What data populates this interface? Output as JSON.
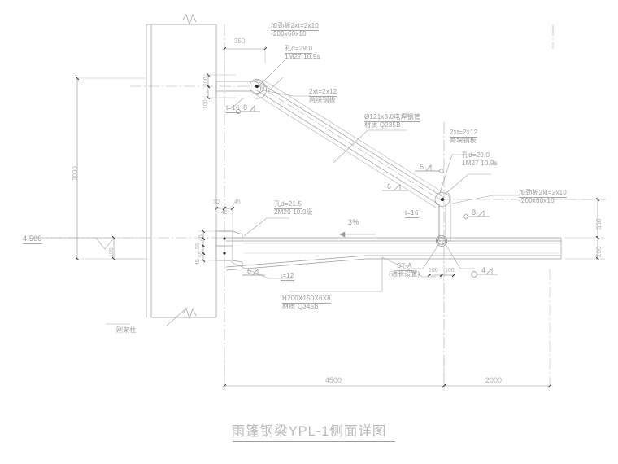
{
  "drawing": {
    "title": "雨篷钢梁YPL-1侧面详图",
    "type": "structural-steel-detail",
    "elevation_marker": "4.500",
    "column_label": "刚架柱"
  },
  "annotations": {
    "stiffener_top_line1": "加劲板2xt=2x10",
    "stiffener_top_line2": "-200x60x10",
    "hole_top_line1": "孔d=29.0",
    "hole_top_line2": "1M27 10.9s",
    "gusset_top_line1": "2xt=2x12",
    "gusset_top_line2": "两块钢板",
    "tube_line1": "Ø121x3.0电焊钢管",
    "tube_line2": "材质 Q235B",
    "gusset_bot_line1": "2xt=2x12",
    "gusset_bot_line2": "两块钢板",
    "hole_bot_line1": "孔d=29.0",
    "hole_bot_line2": "1M27 10.9s",
    "stiffener_bot_line1": "加劲板2xt=2x10",
    "stiffener_bot_line2": "-200x60x10",
    "endplate_hole_line1": "孔d=21.5",
    "endplate_hole_line2": "2M20 10.9级",
    "slope": "3%",
    "beam_line1": "H200X150X6X8",
    "beam_line2": "材质 Q345B",
    "purlin_line1": "ST-A",
    "purlin_line2": "(通长设置)",
    "t16_top": "t=16",
    "t16_bot": "t=16",
    "t12": "t=12"
  },
  "weld_symbols": {
    "top_column": "8",
    "brace_upper": "6",
    "brace_lower": "6",
    "gusset_bot": "6",
    "post_right": "8",
    "beam_bottom": "6",
    "purlin": "4"
  },
  "dimensions": {
    "height_total": "3000",
    "offset_350": "350",
    "top_plate_a": "100",
    "top_plate_b": "100",
    "base_offset_100": "100",
    "endplate_e1": "30",
    "endplate_e2": "45",
    "endplate_e3": "45",
    "bolt_g1": "45",
    "bolt_g2": "55",
    "bolt_g3": "55",
    "bolt_g4": "45",
    "purlin_sp1": "100",
    "purlin_sp2": "100",
    "right_350": "350",
    "right_200": "200",
    "span_4500": "4500",
    "span_2000": "2000"
  },
  "colors": {
    "line": "#9b9b9b",
    "line_dark": "#4a4a4a",
    "text": "#9a9a9a",
    "dim_text": "#b0b0b0",
    "title": "#b9b9b9"
  }
}
